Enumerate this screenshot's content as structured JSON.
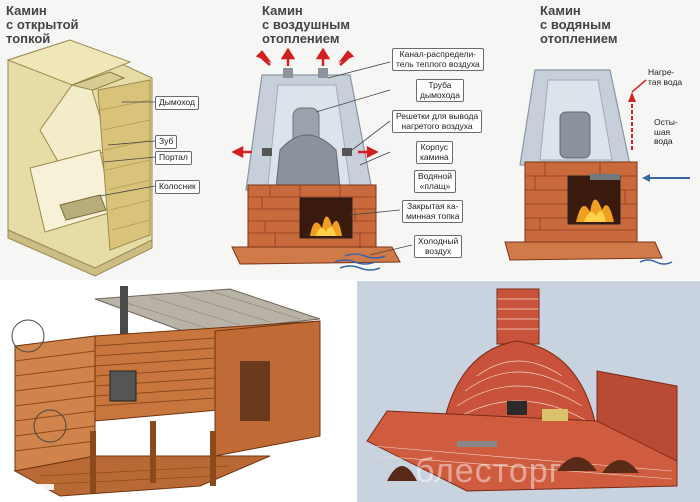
{
  "top": {
    "titles": {
      "open": "Камин\nс открытой\nтопкой",
      "air": "Камин\nс воздушным\nотоплением",
      "water": "Камин\nс водяным\nотоплением"
    },
    "open_labels": {
      "dymokhod": "Дымоход",
      "zub": "Зуб",
      "portal": "Портал",
      "kolosnik": "Колосник"
    },
    "air_labels": {
      "kanal": "Канал-распредели-\nтель теплого воздуха",
      "truba": "Труба\nдымохода",
      "reshetki": "Решетки для вывода\nнагретого воздуха",
      "korpus": "Корпус\nкамина",
      "plashch": "Водяной\n«плащ»",
      "topka": "Закрытая ка-\nминная топка",
      "kholodny": "Холодный\nвоздух"
    },
    "water_labels": {
      "nagretaya": "Нагре-\nтая вода",
      "ostyvshaya": "Осты-\nшая\nвода"
    }
  },
  "watermark": "блесторг",
  "colors": {
    "brick": "#c96a3c",
    "brick_dark": "#8e3e20",
    "stone": "#e8dfa8",
    "glass": "#c7d0da",
    "fire": "#f0a020",
    "log": "#c8763e",
    "bg_render": "#c9d3df",
    "arrow_red": "#d22020",
    "arrow_blue": "#3a63a8"
  }
}
